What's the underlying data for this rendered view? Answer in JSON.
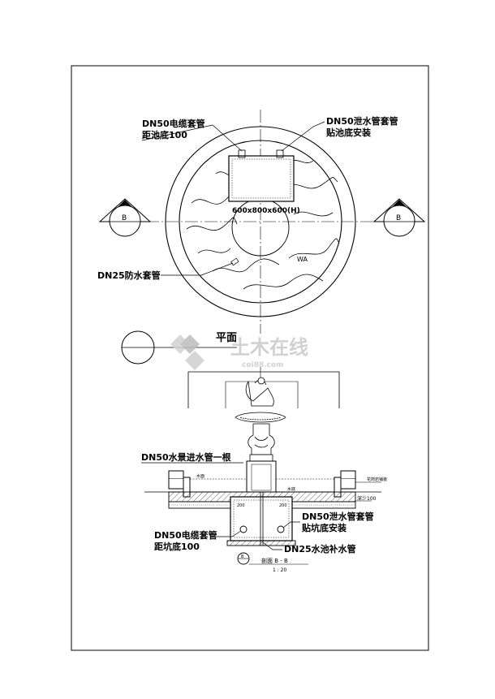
{
  "plan": {
    "title": "平面",
    "tank_size": "600x800x600(H)",
    "callout_cable_line1": "DN50电缆套管",
    "callout_cable_line2": "距池底100",
    "callout_drain_line1": "DN50泄水管套管",
    "callout_drain_line2": "贴池底安装",
    "callout_waterproof": "DN25防水套管",
    "section_mark_left": "B",
    "section_mark_right": "B",
    "wa_label": "WA"
  },
  "section": {
    "callout_inlet": "DN50水景进水管一根",
    "callout_drain_line1": "DN50泄水管套管",
    "callout_drain_line2": "贴坑底安装",
    "callout_cable_line1": "DN50电缆套管",
    "callout_cable_line2": "距坑底100",
    "callout_makeup": "DN25水池补水管",
    "title": "剖面 B - B",
    "scale": "1 : 20",
    "circle_mark": "B",
    "label_water_level": "水面",
    "label_pool_bottom": "水底",
    "label_right_finish": "花岗岩铺装",
    "label_right_depth": "深少100"
  },
  "watermark": {
    "text_cn": "土木在线",
    "text_en": "coi88.com"
  }
}
